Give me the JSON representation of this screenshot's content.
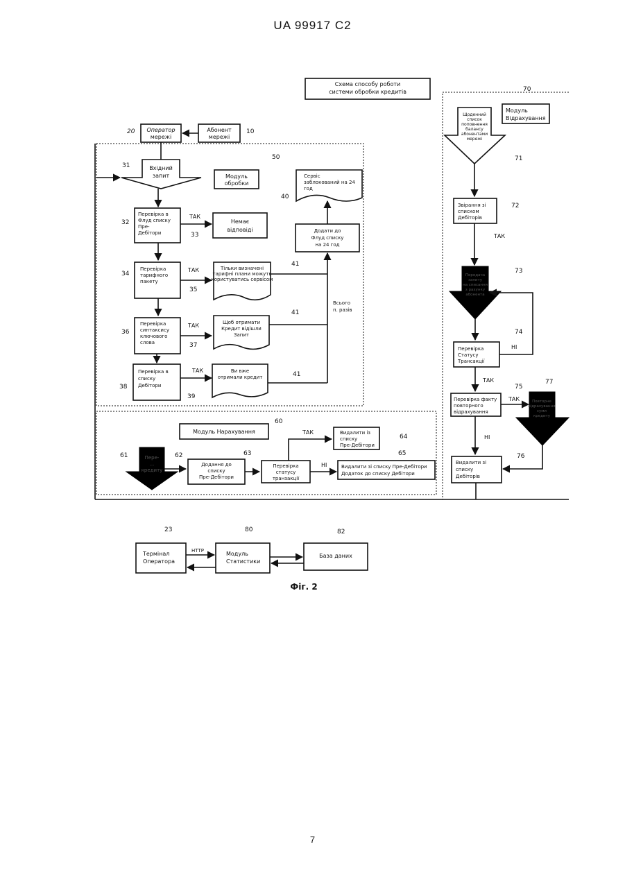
{
  "header": "UA   99917   C2",
  "page_number": "7",
  "figure_caption": "Фіг. 2",
  "title": [
    "Схема способу роботи",
    "системи обробки кредитів"
  ],
  "operator": [
    "Оператор",
    "мережі"
  ],
  "subscriber": [
    "Абонент",
    "мережі"
  ],
  "incoming": [
    "Вхідний",
    "запит"
  ],
  "processing_module": [
    "Модуль",
    "обробки"
  ],
  "blocked_list": [
    "Сервіс",
    "заблокований на 24",
    "год"
  ],
  "add_fraud": [
    "Додати до",
    "Флуд списку",
    "на 24 год"
  ],
  "check_fraud": [
    "Перевірка в",
    "Флуд списку",
    "Пре-",
    "Дебітори"
  ],
  "no_reply": [
    "Немає",
    "відповіді"
  ],
  "check_tariff": [
    "Перевірка",
    "тарифного",
    "пакету"
  ],
  "tariff_only": [
    "Тільки визначені",
    "тарифні плани можуть",
    "користуватись сервісом"
  ],
  "check_syntax": [
    "Перевірка",
    "синтаксису",
    "ключового",
    "слова"
  ],
  "to_get_credit": [
    "Щоб отримати",
    "Кредит відішли",
    "Запит"
  ],
  "check_debtors": [
    "Перевірка в",
    "списку",
    "Дебітори"
  ],
  "already_got": [
    "Ви вже",
    "отримали кредит"
  ],
  "total_times": [
    "Всього",
    "п. разів"
  ],
  "accrual_module": "Модуль Нарахування",
  "pre_list_arrow": [
    "Пере-",
    "...",
    "кредиту"
  ],
  "add_pre_debtors": [
    "Додання до",
    "списку",
    "Пре-Дебітори"
  ],
  "check_tx_status": [
    "Перевірка",
    "статусу",
    "транзакції"
  ],
  "remove_pre_debtors": [
    "Видалити із",
    "списку",
    "Пре-Дебітори"
  ],
  "remove_add": [
    "Видалити зі списку Пре-Дебітори",
    "Додаток до списку Дебітори"
  ],
  "daily_list": [
    "Щоденний",
    "список",
    "поповнення",
    "балансу",
    "абонентами",
    "мережі"
  ],
  "deduct_module": [
    "Модуль",
    "Відрахування"
  ],
  "match_debtors": [
    "Звірання зі",
    "списком",
    "Дебіторів"
  ],
  "deduct_arrow": [
    "Передача",
    "запиту",
    "на списання",
    "з рахунку",
    "абонента"
  ],
  "check_tx_status2": [
    "Перевірка",
    "Статусу",
    "Трансакції"
  ],
  "check_repeat": [
    "Перевірка факту",
    "повторного",
    "відрахування"
  ],
  "repeat_arrow": [
    "Повторне",
    "відрахування",
    "суми",
    "кредиту"
  ],
  "remove_debtors": [
    "Видалити зі",
    "списку",
    "Дебіторів"
  ],
  "terminal": [
    "Термінал",
    "Оператора"
  ],
  "stats_module": [
    "Модуль",
    "Статистики"
  ],
  "database": "База даних",
  "yes": "ТАК",
  "no": "НІ",
  "http": "HTTP",
  "refs": {
    "r10": "10",
    "r20": "20",
    "r23": "23",
    "r31": "31",
    "r32": "32",
    "r33": "33",
    "r34": "34",
    "r35": "35",
    "r36": "36",
    "r37": "37",
    "r38": "38",
    "r39": "39",
    "r40": "40",
    "r41": "41",
    "r50": "50",
    "r60": "60",
    "r61": "61",
    "r62": "62",
    "r63": "63",
    "r64": "64",
    "r65": "65",
    "r70": "70",
    "r71": "71",
    "r72": "72",
    "r73": "73",
    "r74": "74",
    "r75": "75",
    "r76": "76",
    "r77": "77",
    "r80": "80",
    "r82": "82"
  }
}
